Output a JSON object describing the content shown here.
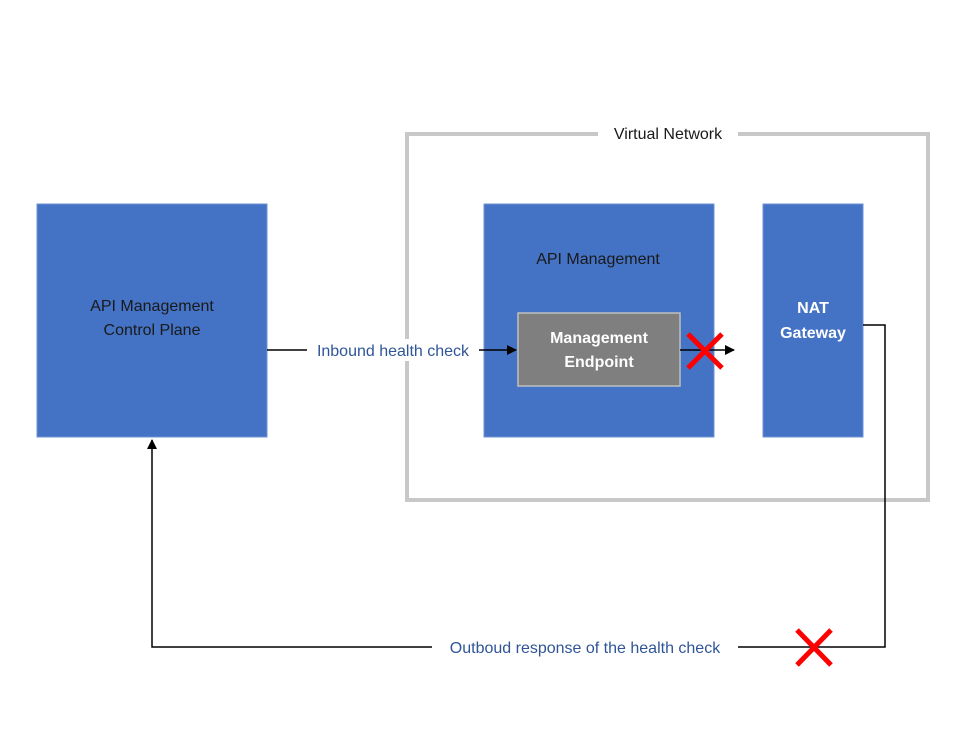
{
  "virtual_network": {
    "label": "Virtual Network"
  },
  "control_plane": {
    "line1": "API Management",
    "line2": "Control Plane"
  },
  "api_management": {
    "label": "API Management"
  },
  "management_endpoint": {
    "line1": "Management",
    "line2": "Endpoint"
  },
  "nat_gateway": {
    "line1": "NAT",
    "line2": "Gateway"
  },
  "edges": {
    "inbound": "Inbound health check",
    "outbound": "Outboud response of the health check"
  },
  "colors": {
    "box_blue": "#4472c4",
    "endpoint_gray": "#7f7f7f",
    "vnet_border": "#c8c8c8",
    "edge_text": "#2f5597",
    "blocked_cross": "#ff0000"
  },
  "icons": {
    "blocked_endpoint": "red-x-icon",
    "blocked_outbound": "red-x-icon"
  }
}
